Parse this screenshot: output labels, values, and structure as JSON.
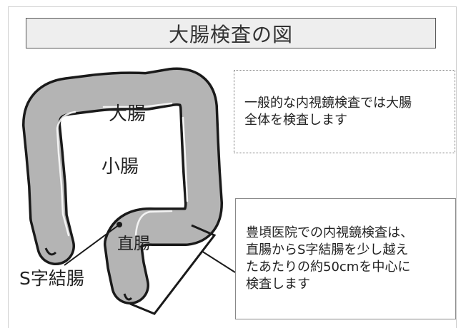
{
  "title": "大腸検査の図",
  "labels": {
    "large_intestine": "大腸",
    "small_intestine": "小腸",
    "rectum": "直腸",
    "sigmoid": "S字結腸"
  },
  "notes": {
    "top": [
      "一般的な内視鏡検査では大腸",
      "全体を検査します"
    ],
    "bottom": [
      "豊頃医院での内視鏡検査は、",
      "直腸からS字結腸を少し越え",
      "たあたりの約50cmを中心に",
      "検査します"
    ]
  },
  "colors": {
    "colon_fill": "#b4b4b4",
    "colon_outline": "#1a1a1a",
    "title_bg": "#eeeeee"
  }
}
